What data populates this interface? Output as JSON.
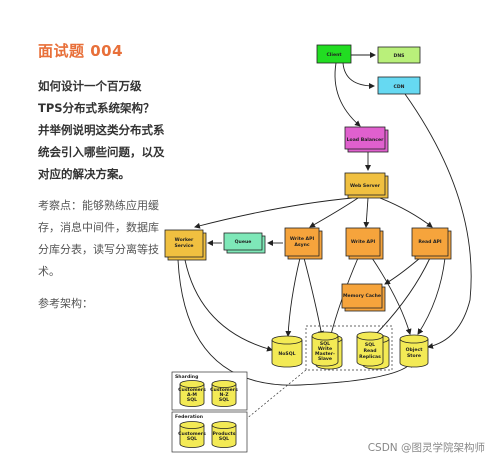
{
  "left": {
    "title": "面试题 004",
    "question": "如何设计一个百万级TPS分布式系统架构？并举例说明这类分布式系统会引入哪些问题，以及对应的解决方案。",
    "point": "考察点：能够熟练应用缓存，消息中间件，数据库分库分表，读写分离等技术。",
    "reference": "参考架构："
  },
  "diagram": {
    "nodes": {
      "client": "Client",
      "dns": "DNS",
      "cdn": "CDN",
      "load_balancer": "Load Balancer",
      "web_server": "Web Server",
      "worker_service": [
        "Worker",
        "Service"
      ],
      "queue": "Queue",
      "write_api_async": [
        "Write API",
        "Async"
      ],
      "write_api": "Write API",
      "read_api": "Read API",
      "memory_cache": "Memory Cache",
      "nosql": "NoSQL",
      "sql_write": [
        "SQL",
        "Write",
        "Master-",
        "Slave"
      ],
      "sql_read": [
        "SQL",
        "Read",
        "Replicas"
      ],
      "object_store": [
        "Object",
        "Store"
      ]
    },
    "groups": {
      "sharding": {
        "label": "Sharding",
        "dbs": [
          [
            "Customers",
            "A-M",
            "SQL"
          ],
          [
            "Customers",
            "N-Z",
            "SQL"
          ]
        ]
      },
      "federation": {
        "label": "Federation",
        "dbs": [
          [
            "Customers",
            "SQL"
          ],
          [
            "Products",
            "SQL"
          ]
        ]
      }
    },
    "colors": {
      "client": "#22dd22",
      "dns": "#b9f07a",
      "cdn": "#66d9f2",
      "load_balancer": "#e060ce",
      "web_server": "#f0c040",
      "worker_service": "#f0c040",
      "queue": "#7ee8b8",
      "api": "#f6a43c",
      "memory_cache": "#f6a43c",
      "database": "#f3ea55"
    }
  },
  "watermark": "CSDN @图灵学院架构师"
}
